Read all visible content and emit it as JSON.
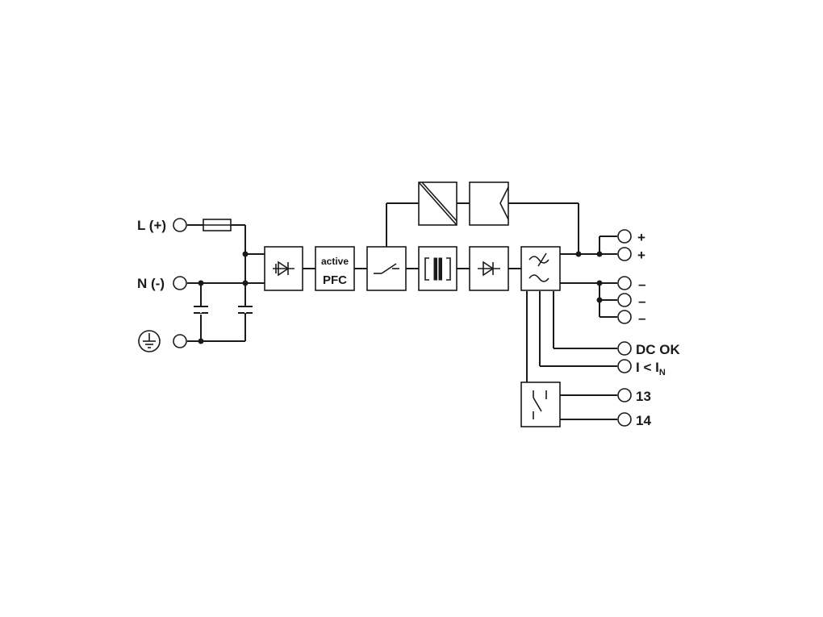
{
  "inputs": {
    "line": "L (+)",
    "neutral": "N (-)",
    "ground_icon": "protective-earth-icon"
  },
  "blocks": {
    "pfc_top": "active",
    "pfc_bottom": "PFC"
  },
  "outputs": {
    "plus_1": "+",
    "plus_2": "+",
    "minus_1": "–",
    "minus_2": "–",
    "minus_3": "–",
    "dc_ok": "DC OK",
    "current_prefix": "I < I",
    "current_sub": "N",
    "relay_13": "13",
    "relay_14": "14"
  },
  "icons": [
    "fuse-icon",
    "capacitor-icon",
    "rectifier-icon",
    "switch-icon",
    "transformer-icon",
    "diode-icon",
    "filter-icon",
    "relay-contact-icon"
  ]
}
